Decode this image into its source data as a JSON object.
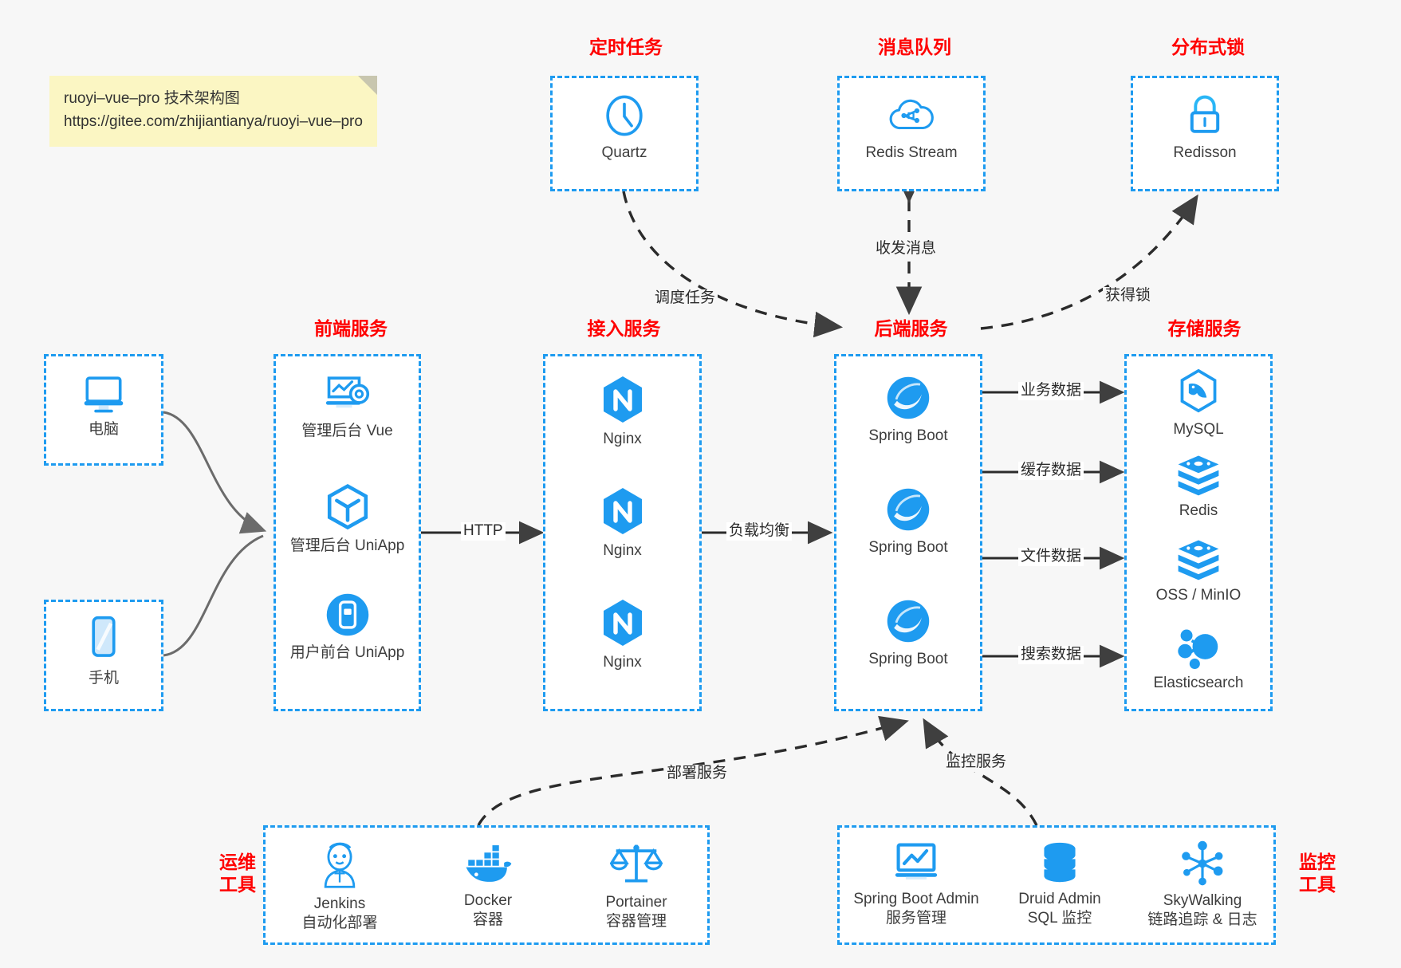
{
  "note": {
    "line1": "ruoyi–vue–pro 技术架构图",
    "line2": "https://gitee.com/zhijiantianya/ruoyi–vue–pro"
  },
  "colors": {
    "accent": "#1e9bf0",
    "title": "#ff0000",
    "note_bg": "#fbf6c3",
    "canvas": "#f7f7f7",
    "wire": "#3f3f3f"
  },
  "groups": {
    "scheduler": {
      "title": "定时任务",
      "items": [
        {
          "label": "Quartz",
          "icon": "clock-icon"
        }
      ]
    },
    "mq": {
      "title": "消息队列",
      "items": [
        {
          "label": "Redis Stream",
          "icon": "cloud-stream-icon"
        }
      ]
    },
    "lock": {
      "title": "分布式锁",
      "items": [
        {
          "label": "Redisson",
          "icon": "lock-icon"
        }
      ]
    },
    "clients": {
      "items": [
        {
          "label": "电脑",
          "icon": "desktop-icon"
        },
        {
          "label": "手机",
          "icon": "mobile-icon"
        }
      ]
    },
    "frontend": {
      "title": "前端服务",
      "items": [
        {
          "label": "管理后台 Vue",
          "icon": "dashboard-icon"
        },
        {
          "label": "管理后台 UniApp",
          "icon": "cube-icon"
        },
        {
          "label": "用户前台 UniApp",
          "icon": "app-icon"
        }
      ]
    },
    "gateway": {
      "title": "接入服务",
      "items": [
        {
          "label": "Nginx",
          "icon": "nginx-icon"
        },
        {
          "label": "Nginx",
          "icon": "nginx-icon"
        },
        {
          "label": "Nginx",
          "icon": "nginx-icon"
        }
      ]
    },
    "backend": {
      "title": "后端服务",
      "items": [
        {
          "label": "Spring Boot",
          "icon": "spring-icon"
        },
        {
          "label": "Spring Boot",
          "icon": "spring-icon"
        },
        {
          "label": "Spring Boot",
          "icon": "spring-icon"
        }
      ]
    },
    "storage": {
      "title": "存储服务",
      "items": [
        {
          "label": "MySQL",
          "icon": "mysql-icon"
        },
        {
          "label": "Redis",
          "icon": "redis-icon"
        },
        {
          "label": "OSS / MinIO",
          "icon": "oss-icon"
        },
        {
          "label": "Elasticsearch",
          "icon": "elasticsearch-icon"
        }
      ]
    },
    "devops": {
      "title_line1": "运维",
      "title_line2": "工具",
      "items": [
        {
          "label": "Jenkins",
          "sub": "自动化部署",
          "icon": "jenkins-icon"
        },
        {
          "label": "Docker",
          "sub": "容器",
          "icon": "docker-icon"
        },
        {
          "label": "Portainer",
          "sub": "容器管理",
          "icon": "scales-icon"
        }
      ]
    },
    "monitor": {
      "title_line1": "监控",
      "title_line2": "工具",
      "items": [
        {
          "label": "Spring Boot Admin",
          "sub": "服务管理",
          "icon": "monitor-chart-icon"
        },
        {
          "label": "Druid Admin",
          "sub": "SQL 监控",
          "icon": "database-icon"
        },
        {
          "label": "SkyWalking",
          "sub": "链路追踪 & 日志",
          "icon": "skywalking-icon"
        }
      ]
    }
  },
  "edges": {
    "http": "HTTP",
    "load_balance": "负载均衡",
    "schedule_task": "调度任务",
    "send_receive_message": "收发消息",
    "acquire_lock": "获得锁",
    "business_data": "业务数据",
    "cache_data": "缓存数据",
    "file_data": "文件数据",
    "search_data": "搜索数据",
    "deploy_service": "部署服务",
    "monitor_service": "监控服务"
  }
}
